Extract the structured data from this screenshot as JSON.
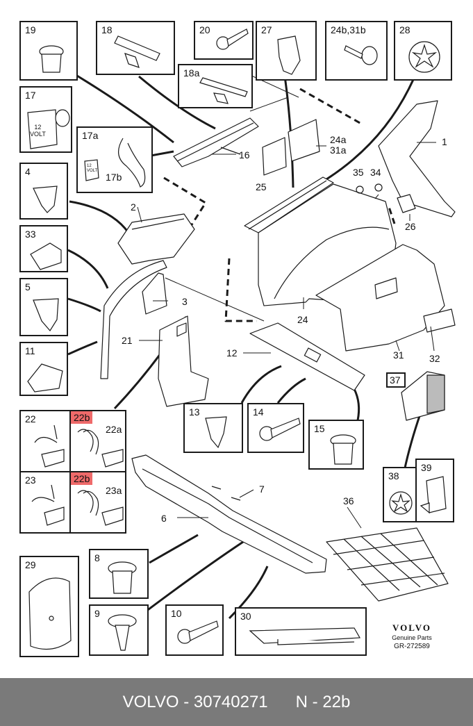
{
  "callouts": {
    "b19": "19",
    "b18": "18",
    "b20": "20",
    "b27": "27",
    "b24b31b": "24b,31b",
    "b28": "28",
    "b18a": "18a",
    "b17": "17",
    "b17a": "17a",
    "b17b": "17b",
    "b4": "4",
    "b33": "33",
    "b5": "5",
    "b11": "11",
    "b22": "22",
    "b22b_1": "22b",
    "b22a": "22a",
    "b23": "23",
    "b22b_2": "22b",
    "b23a": "23a",
    "b13": "13",
    "b14": "14",
    "b15": "15",
    "b37": "37",
    "b38": "38",
    "b39": "39",
    "b29": "29",
    "b8": "8",
    "b9": "9",
    "b10": "10",
    "b30": "30",
    "c1": "1",
    "c2": "2",
    "c3": "3",
    "c6": "6",
    "c7": "7",
    "c12": "12",
    "c16": "16",
    "c21": "21",
    "c24": "24",
    "c24a": "24a",
    "c31a": "31a",
    "c25": "25",
    "c26": "26",
    "c31": "31",
    "c32": "32",
    "c34": "34",
    "c35": "35",
    "c36": "36"
  },
  "part_labels": {
    "volt_plug": "12\nVOLT",
    "volt_small": "12\nVOLT"
  },
  "brand": {
    "logo": "VOLVO",
    "subtitle": "Genuine Parts",
    "reference": "GR-272589"
  },
  "footer": {
    "text": "VOLVO - 30740271      N - 22b"
  },
  "colors": {
    "highlight": "#ef6a6a",
    "footer_bg": "#7a7a7a",
    "line": "#1a1a1a"
  }
}
